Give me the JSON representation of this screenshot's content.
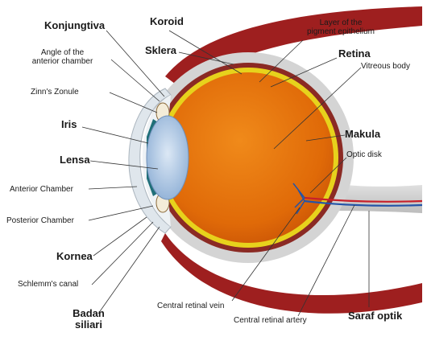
{
  "labels": {
    "konjungtiva": "Konjungtiva",
    "angle_line1": "Angle of the",
    "angle_line2": "anterior chamber",
    "zinns_zonule": "Zinn's Zonule",
    "iris": "Iris",
    "lensa": "Lensa",
    "anterior_chamber": "Anterior Chamber",
    "posterior_chamber": "Posterior Chamber",
    "kornea": "Kornea",
    "schlemms_canal": "Schlemm's canal",
    "badan_line1": "Badan",
    "badan_line2": "siliari",
    "koroid": "Koroid",
    "sklera": "Sklera",
    "pigment_line1": "Layer of the",
    "pigment_line2": "pigment epithelium",
    "retina": "Retina",
    "vitreous_body": "Vitreous body",
    "makula": "Makula",
    "optic_disk": "Optic disk",
    "central_retinal_vein": "Central retinal vein",
    "central_retinal_artery": "Central retinal artery",
    "saraf_optik": "Saraf optik"
  },
  "colors": {
    "sclera": "#d4d4d4",
    "choroid": "#8b2a24",
    "retina": "#e7d21c",
    "vitreous": "#e06a08",
    "muscle": "#9e1f1f",
    "iris": "#1f6f78",
    "lens": "#b7cde6",
    "cornea": "#dfe6ec",
    "vein": "#2454a8",
    "artery": "#c8202a"
  }
}
